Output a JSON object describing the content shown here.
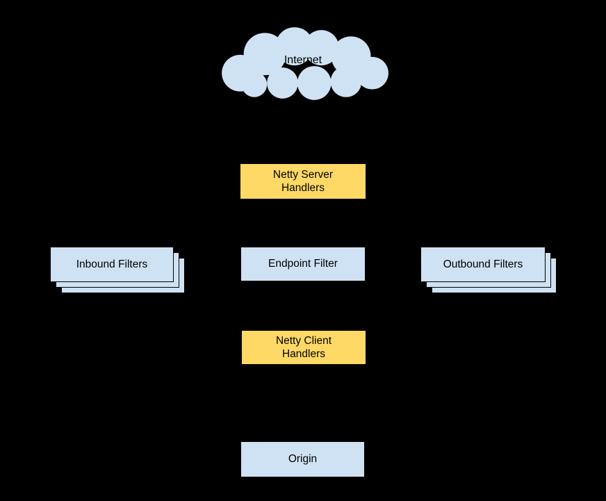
{
  "colors": {
    "background": "#000000",
    "node_blue": "#cfe2f3",
    "node_yellow": "#ffd966",
    "outline": "#000000",
    "text": "#000000"
  },
  "nodes": {
    "internet": {
      "label": "Internet"
    },
    "netty_server_handlers": {
      "lines": [
        "Netty Server",
        "Handlers"
      ]
    },
    "inbound_filters": {
      "label": "Inbound Filters"
    },
    "endpoint_filter": {
      "label": "Endpoint Filter"
    },
    "outbound_filters": {
      "label": "Outbound Filters"
    },
    "netty_client_handlers": {
      "lines": [
        "Netty Client",
        "Handlers"
      ]
    },
    "origin": {
      "label": "Origin"
    }
  }
}
